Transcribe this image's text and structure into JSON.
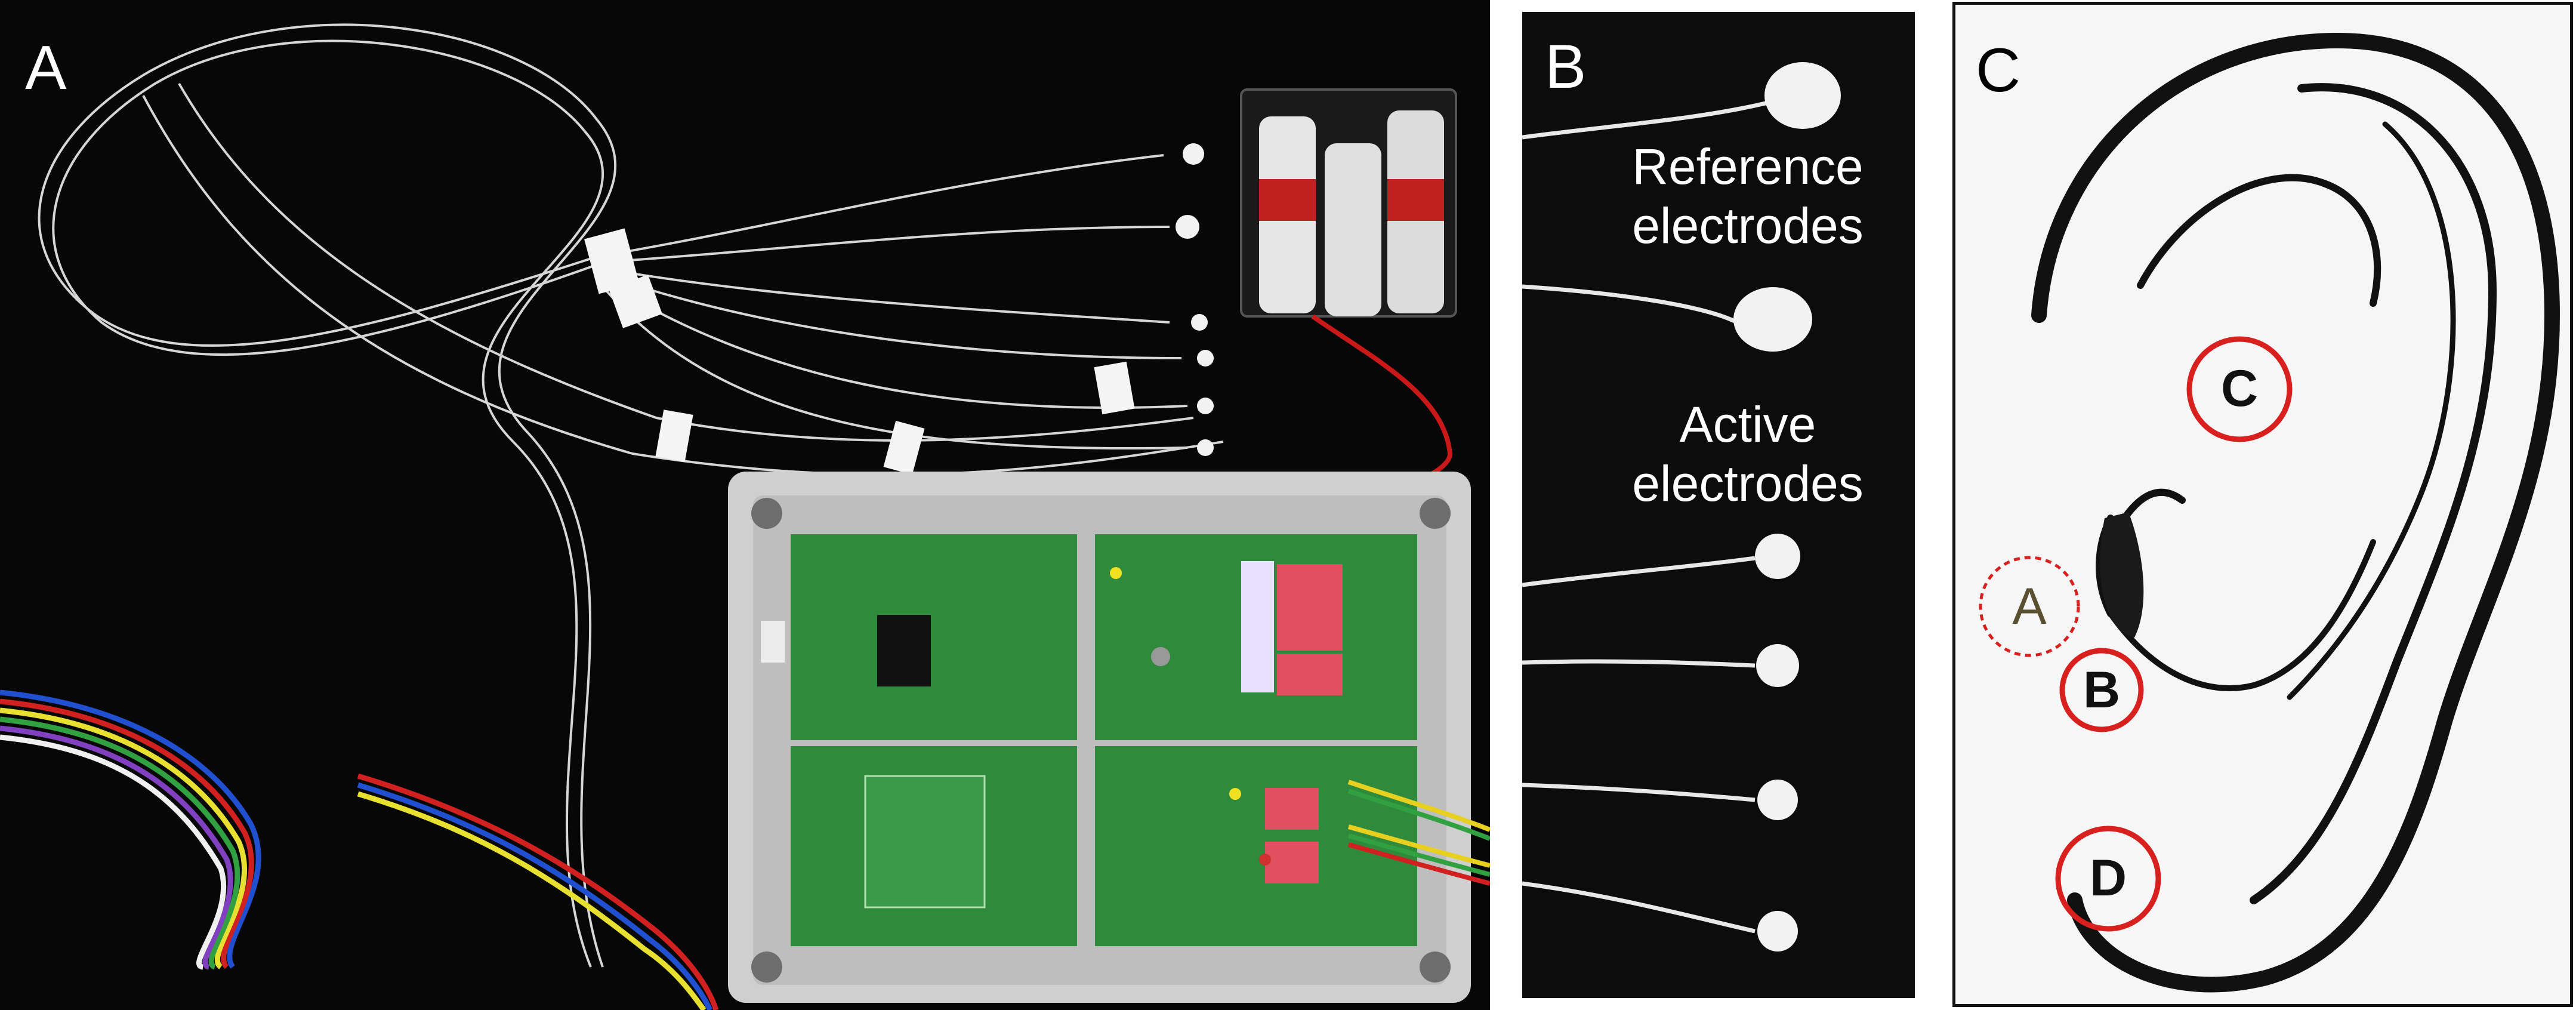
{
  "figure": {
    "panels": [
      {
        "id": "A",
        "letter": "A"
      },
      {
        "id": "B",
        "letter": "B"
      },
      {
        "id": "C",
        "letter": "C"
      }
    ],
    "panel_b": {
      "reference_label": "Reference\nelectrodes",
      "active_label": "Active\nelectrodes"
    },
    "panel_c": {
      "sites": [
        "A",
        "B",
        "C",
        "D"
      ]
    }
  },
  "colors": {
    "electrode_wire": "#dcdcdc",
    "pcb_green": "#2f8a3c",
    "enclosure_gray": "#cfcfcf",
    "site_ring_red": "#d8201f"
  }
}
